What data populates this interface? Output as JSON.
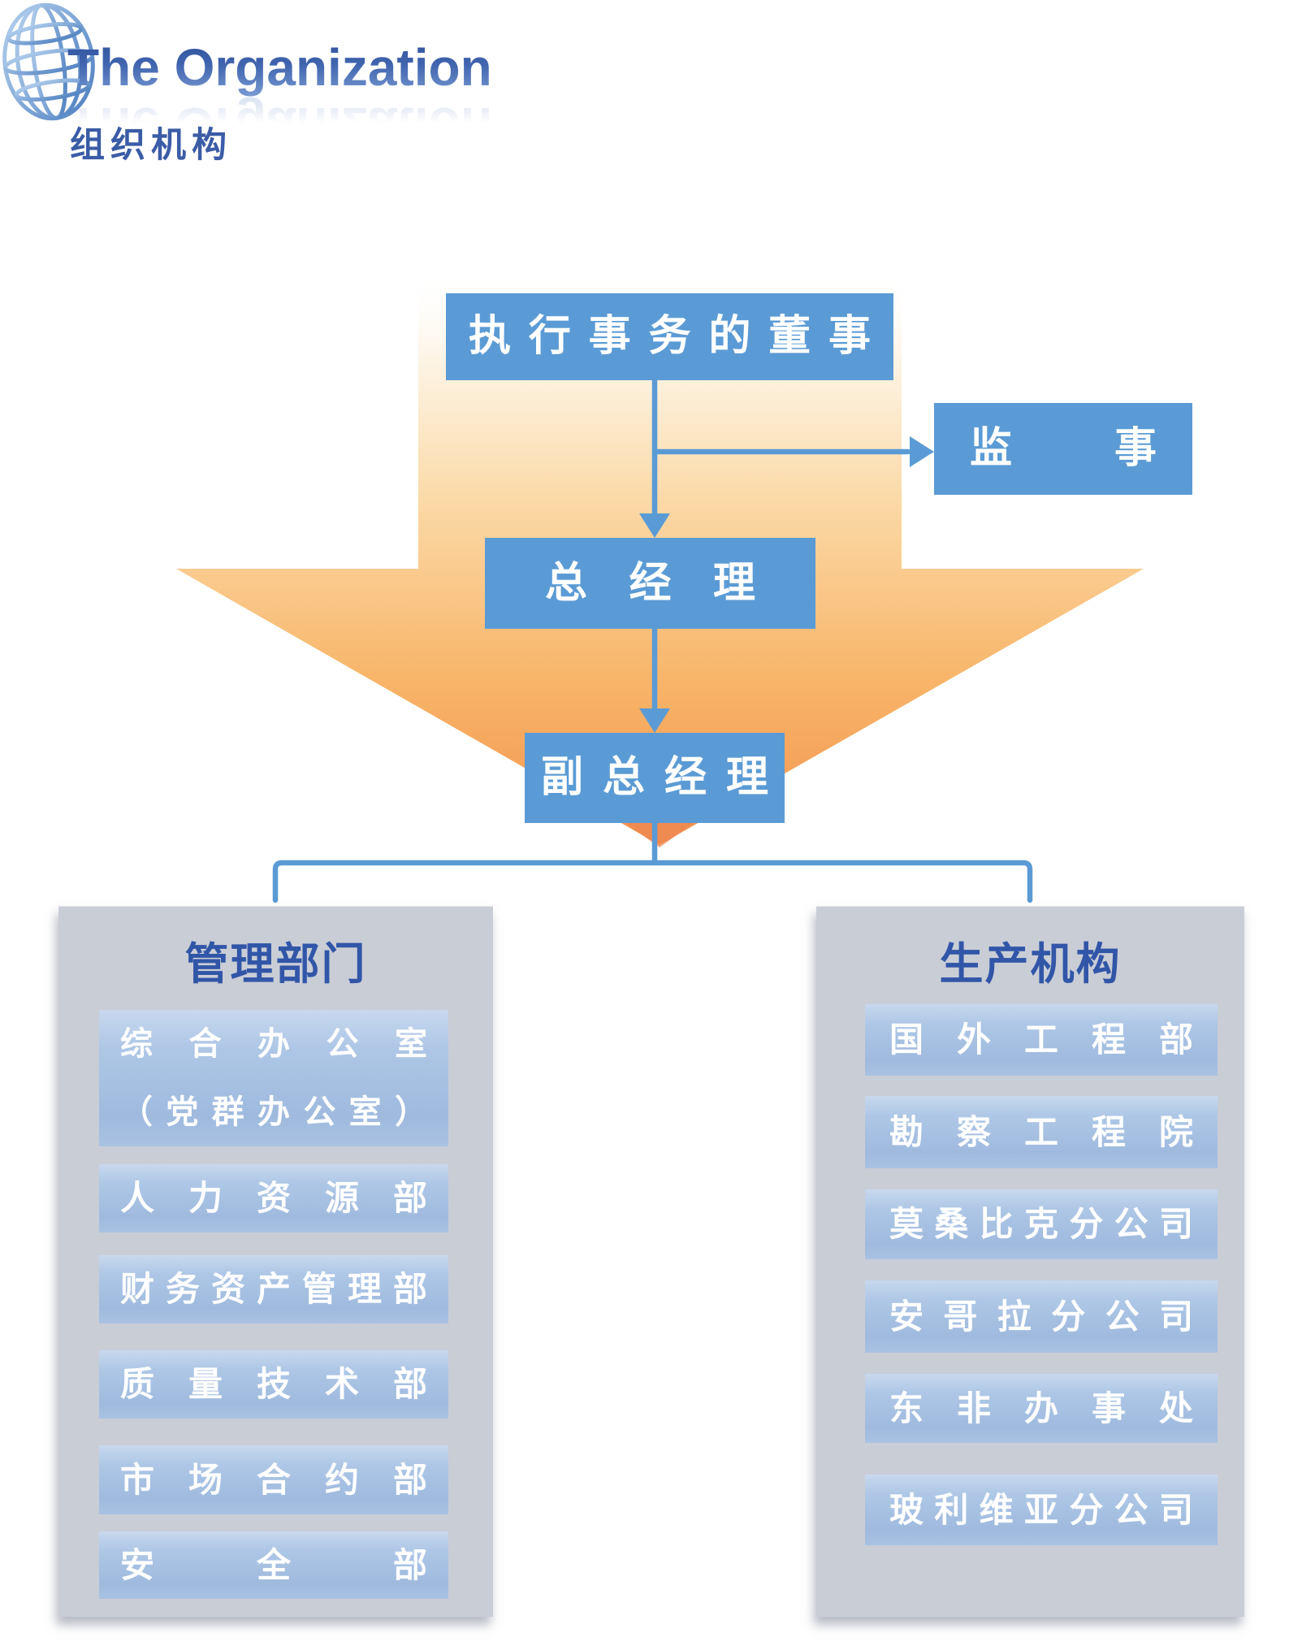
{
  "header": {
    "logo_icon": "globe-icon",
    "title": "The Organization",
    "subtitle": "组织机构"
  },
  "chart": {
    "top_node": "执 行 事 务 的 董 事",
    "supervisor_node": "监 事",
    "general_manager_node": "总 经 理",
    "deputy_general_manager_node": "副 总 经 理"
  },
  "groups": [
    {
      "title": "管理部门",
      "items": [
        [
          "综 合 办 公 室",
          "（ 党 群 办 公 室 ）"
        ],
        [
          "人 力 资 源 部"
        ],
        [
          "财 务 资 产 管 理 部"
        ],
        [
          "质 量 技 术 部"
        ],
        [
          "市 场 合 约 部"
        ],
        [
          "安 全 部"
        ]
      ]
    },
    {
      "title": "生产机构",
      "items": [
        [
          "国 外 工 程 部"
        ],
        [
          "勘 察 工 程 院"
        ],
        [
          "莫 桑 比 克 分 公 司"
        ],
        [
          "安 哥 拉 分 公 司"
        ],
        [
          "东 非 办 事 处"
        ],
        [
          "玻 利 维 亚 分 公 司"
        ]
      ]
    }
  ],
  "colors": {
    "node_blue": "#5b9bd5",
    "connector_blue": "#5b9bd5",
    "panel_grey": "#c9cdd6",
    "subbox_blue_top": "#c8d8ee",
    "subbox_blue_bottom": "#9fbade",
    "arrow_orange": "#f8ab5c",
    "arrow_tip_orange": "#ee8550",
    "heading_blue": "#3156a8",
    "title_blue_dark": "#2e509b",
    "title_blue_light": "#7e9fd6"
  }
}
